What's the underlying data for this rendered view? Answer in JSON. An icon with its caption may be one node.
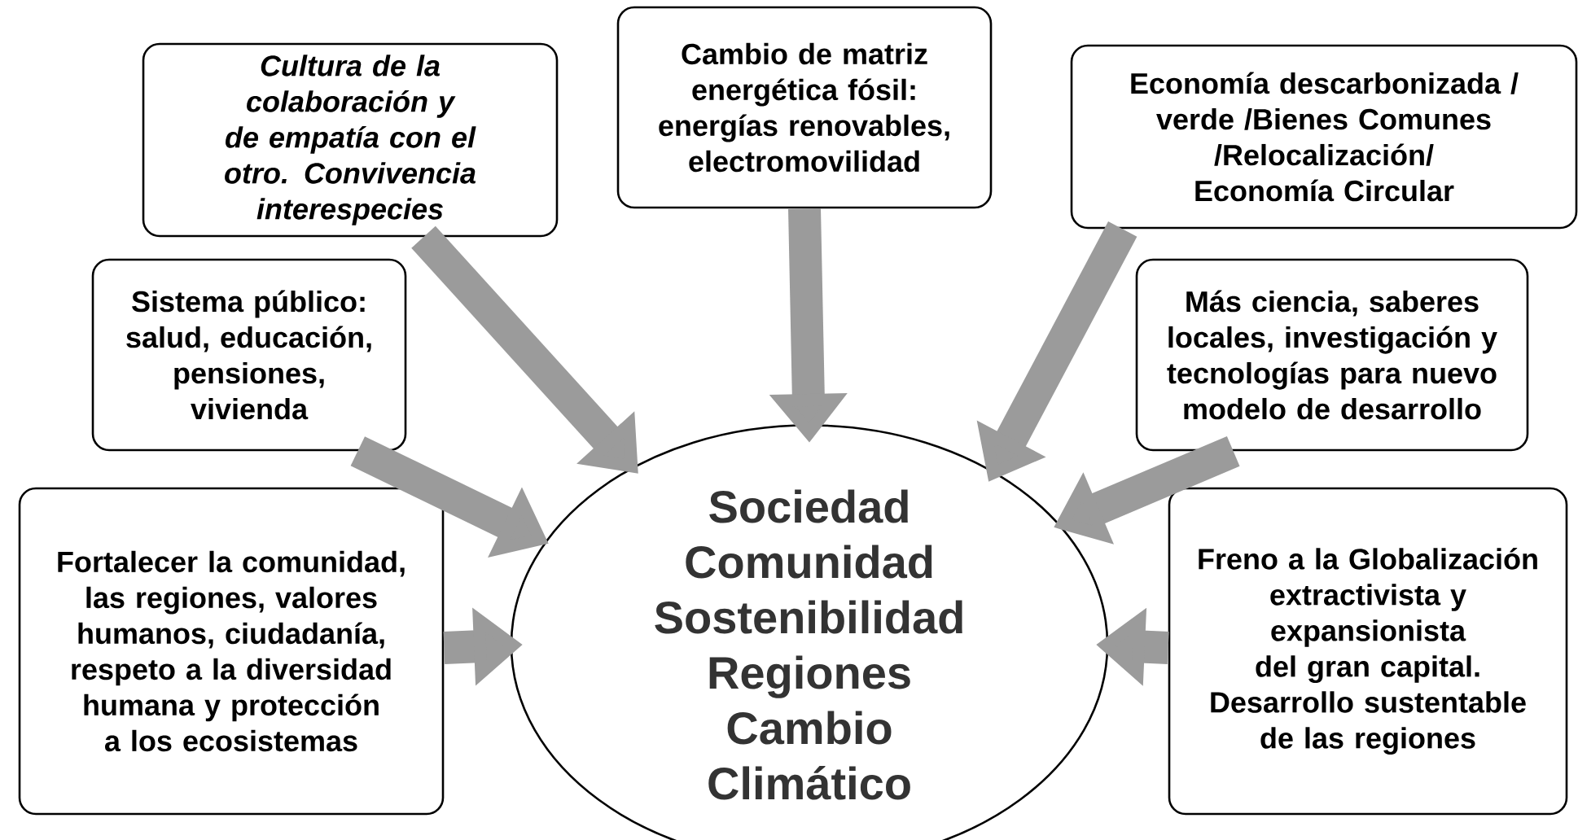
{
  "diagram": {
    "nodes": [
      {
        "text": [
          "Sociedad",
          "Comunidad",
          "Sostenibilidad",
          "Regiones",
          "Cambio",
          "Climático"
        ]
      },
      {
        "text": [
          "Cultura de la colaboración y de empatía con el otro. Convivencia interespecies"
        ]
      },
      {
        "text": [
          "Cambio de matriz energética fósil: energías renovables, electromovilidad"
        ]
      },
      {
        "text": [
          "Economía descarbonizada / verde /Bienes Comunes /Relocalización/ Economía Circular"
        ]
      },
      {
        "text": [
          "Sistema público: salud, educación, pensiones, vivienda"
        ]
      },
      {
        "text": [
          "Más ciencia, saberes locales, investigación y tecnologías para nuevo modelo de desarrollo"
        ]
      },
      {
        "text": [
          "Fortalecer la comunidad, las regiones, valores humanos, ciudadanía, respeto a la diversidad humana y protección a los ecosistemas"
        ]
      },
      {
        "text": [
          "Freno a la Globalización extractivista y expansionista del gran capital. Desarrollo sustentable de las regiones"
        ]
      }
    ],
    "edges": [
      {
        "from": 1,
        "to": 0,
        "arrow": "to"
      },
      {
        "from": 2,
        "to": 0,
        "arrow": "to"
      },
      {
        "from": 3,
        "to": 0,
        "arrow": "to"
      },
      {
        "from": 4,
        "to": 0,
        "arrow": "to"
      },
      {
        "from": 5,
        "to": 0,
        "arrow": "to"
      },
      {
        "from": 6,
        "to": 0,
        "arrow": "to"
      },
      {
        "from": 7,
        "to": 0,
        "arrow": "to"
      }
    ]
  }
}
